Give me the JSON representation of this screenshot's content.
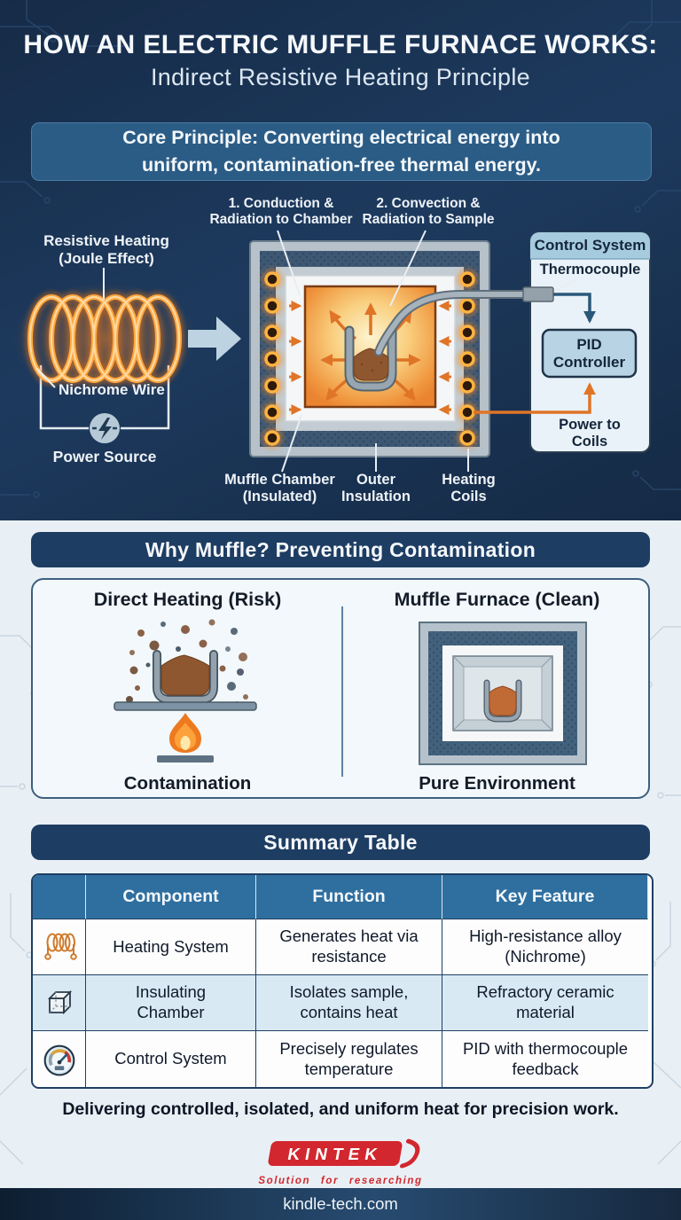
{
  "title": {
    "main": "HOW AN ELECTRIC MUFFLE FURNACE WORKS:",
    "sub": "Indirect Resistive Heating Principle"
  },
  "core_principle": "Core Principle: Converting electrical energy into\nuniform, contamination-free thermal energy.",
  "diagram": {
    "step1": "1. Conduction &\nRadiation to Chamber",
    "step2": "2. Convection &\nRadiation to Sample",
    "resistive_heating": "Resistive Heating\n(Joule Effect)",
    "nichrome_wire": "Nichrome Wire",
    "power_source": "Power Source",
    "control_system_title": "Control System",
    "thermocouple": "Thermocouple",
    "pid_controller": "PID\nController",
    "power_to_coils": "Power to\nCoils",
    "muffle_chamber": "Muffle Chamber\n(Insulated)",
    "outer_insulation": "Outer\nInsulation",
    "heating_coils": "Heating Coils"
  },
  "why_muffle": {
    "heading": "Why Muffle? Preventing Contamination",
    "direct_title": "Direct Heating (Risk)",
    "direct_caption": "Contamination",
    "muffle_title": "Muffle Furnace (Clean)",
    "muffle_caption": "Pure Environment"
  },
  "summary_table": {
    "heading": "Summary Table",
    "columns": [
      "Component",
      "Function",
      "Key Feature"
    ],
    "rows": [
      {
        "icon": "coil-icon",
        "component": "Heating System",
        "function": "Generates heat via\nresistance",
        "key_feature": "High-resistance alloy\n(Nichrome)"
      },
      {
        "icon": "cube-icon",
        "component": "Insulating\nChamber",
        "function": "Isolates sample,\ncontains heat",
        "key_feature": "Refractory ceramic\nmaterial"
      },
      {
        "icon": "gauge-icon",
        "component": "Control System",
        "function": "Precisely regulates\ntemperature",
        "key_feature": "PID with thermocouple\nfeedback"
      }
    ]
  },
  "footer": {
    "tagline": "Delivering controlled, isolated, and uniform heat for precision work.",
    "brand": "KINTEK",
    "brand_slogan": "Solution for researching",
    "website": "kindle-tech.com"
  },
  "colors": {
    "dark_navy_bg": "#1b3453",
    "section_header_navy": "#1e3d63",
    "core_box_blue": "#2b5c86",
    "light_bg": "#e9f0f5",
    "table_header_blue": "#2f6f9f",
    "table_row_alt": "#d9e9f4",
    "accent_orange": "#e07427",
    "coil_glow_orange": "#ffb347",
    "brand_red": "#d2272e"
  }
}
